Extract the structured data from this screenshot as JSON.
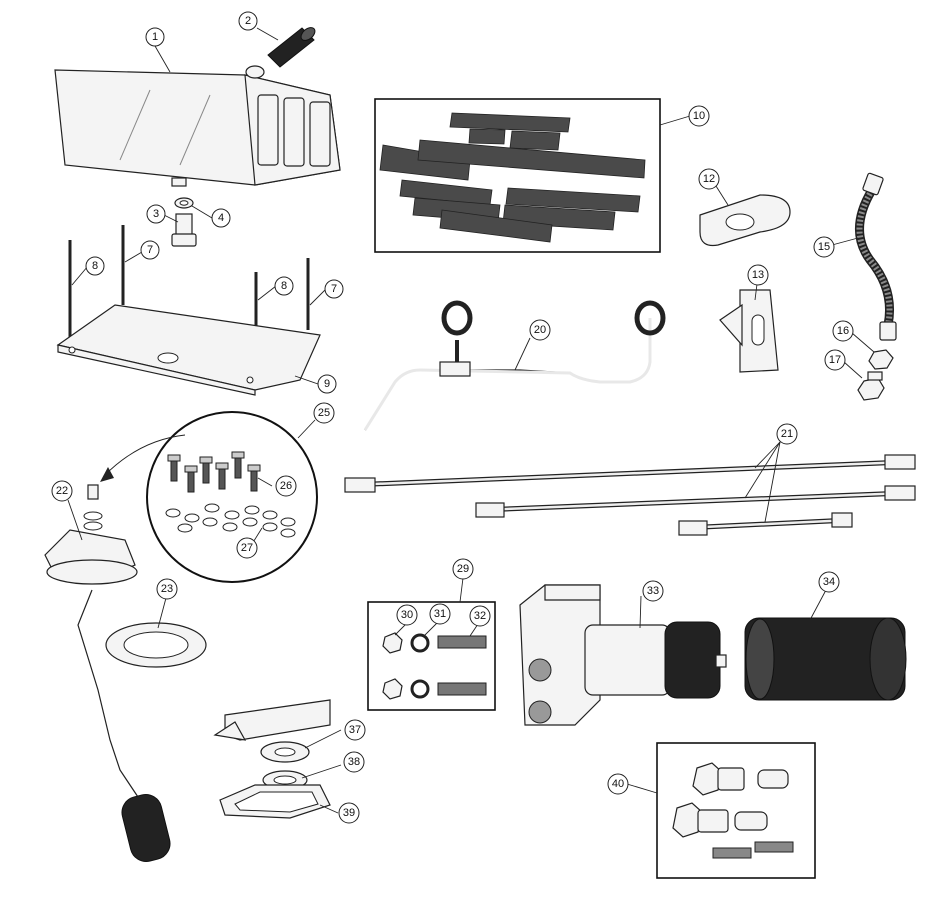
{
  "callouts": [
    {
      "label": "1"
    },
    {
      "label": "2"
    },
    {
      "label": "3"
    },
    {
      "label": "4"
    },
    {
      "label": "7"
    },
    {
      "label": "7"
    },
    {
      "label": "8"
    },
    {
      "label": "8"
    },
    {
      "label": "9"
    },
    {
      "label": "10"
    },
    {
      "label": "12"
    },
    {
      "label": "13"
    },
    {
      "label": "15"
    },
    {
      "label": "16"
    },
    {
      "label": "17"
    },
    {
      "label": "20"
    },
    {
      "label": "21"
    },
    {
      "label": "22"
    },
    {
      "label": "23"
    },
    {
      "label": "25"
    },
    {
      "label": "26"
    },
    {
      "label": "27"
    },
    {
      "label": "29"
    },
    {
      "label": "30"
    },
    {
      "label": "31"
    },
    {
      "label": "32"
    },
    {
      "label": "33"
    },
    {
      "label": "34"
    },
    {
      "label": "37"
    },
    {
      "label": "38"
    },
    {
      "label": "39"
    },
    {
      "label": "40"
    }
  ],
  "colors": {
    "ink": "#222222",
    "strip_fill": "#4a4a4a",
    "dark_part": "#222222",
    "background": "#ffffff"
  }
}
